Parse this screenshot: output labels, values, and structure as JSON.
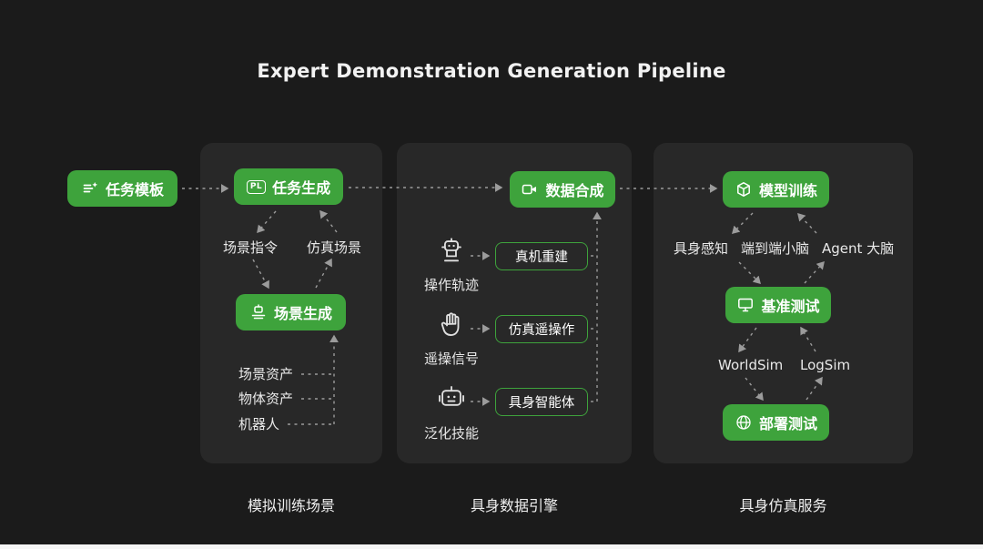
{
  "title": "Expert Demonstration Generation Pipeline",
  "task_template": {
    "label": "任务模板"
  },
  "panel1": {
    "task_gen": "任务生成",
    "task_gen_badge": "PL",
    "scene_cmd": "场景指令",
    "sim_scene": "仿真场景",
    "scene_gen": "场景生成",
    "assets": [
      "场景资产",
      "物体资产",
      "机器人"
    ],
    "caption": "模拟训练场景"
  },
  "panel2": {
    "data_synth": "数据合成",
    "rows": [
      {
        "label": "操作轨迹",
        "box": "真机重建"
      },
      {
        "label": "遥操信号",
        "box": "仿真遥操作"
      },
      {
        "label": "泛化技能",
        "box": "具身智能体"
      }
    ],
    "caption": "具身数据引擎"
  },
  "panel3": {
    "model_train": "模型训练",
    "brains": [
      "具身感知",
      "端到端小脑",
      "Agent 大脑"
    ],
    "benchmark": "基准测试",
    "sims": [
      "WorldSim",
      "LogSim"
    ],
    "deploy": "部署测试",
    "caption": "具身仿真服务"
  },
  "icons": {
    "task_template": "sparkle-list-icon",
    "task_gen": "pl-badge-icon",
    "scene_gen": "robot-conveyor-icon",
    "data_synth": "video-camera-icon",
    "row1": "robot-icon",
    "row2": "glove-icon",
    "row3": "agent-head-icon",
    "model_train": "cube-icon",
    "benchmark": "monitor-icon",
    "deploy": "globe-icon"
  },
  "colors": {
    "accent": "#3ea33c",
    "background": "#1b1b1b",
    "panel": "#282828",
    "dash": "#9b9b9b"
  }
}
